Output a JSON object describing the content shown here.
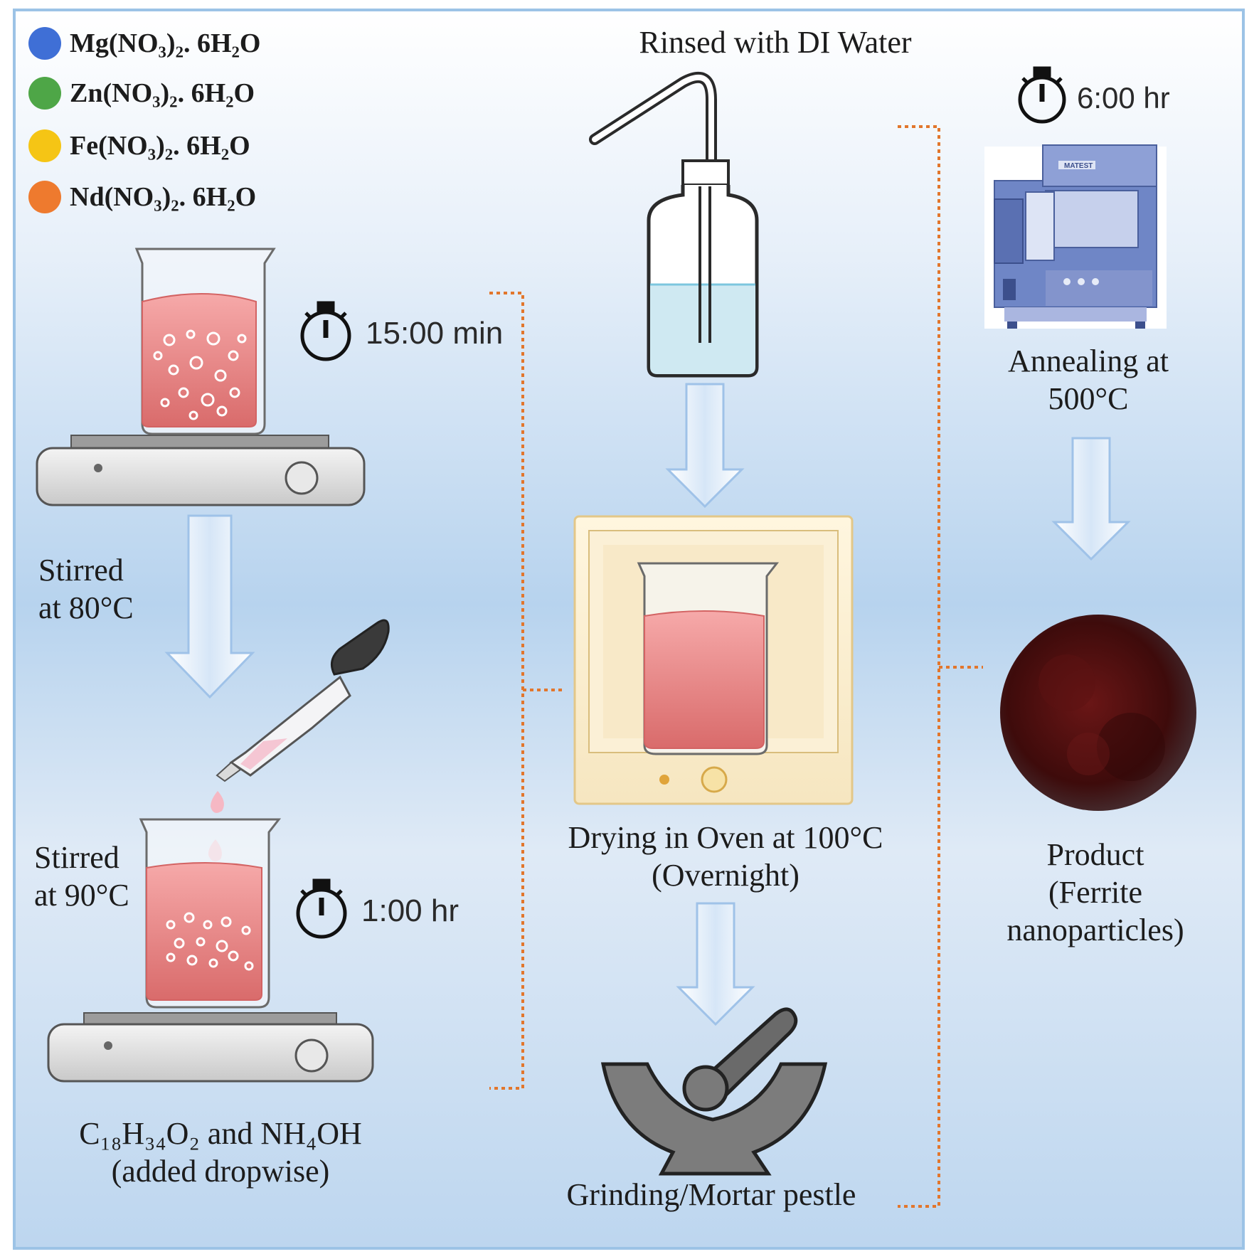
{
  "legend": [
    {
      "label": "Mg(NO₃)₂. 6H₂O",
      "color": "#3f6fd6"
    },
    {
      "label": "Zn(NO₃)₂. 6H₂O",
      "color": "#4ea647"
    },
    {
      "label": "Fe(NO₃)₂. 6H₂O",
      "color": "#f5c515"
    },
    {
      "label": "Nd(NO₃)₂. 6H₂O",
      "color": "#ee7a2e"
    }
  ],
  "timers": {
    "stir1": "15:00 min",
    "stir2": "1:00 hr",
    "anneal": "6:00 hr"
  },
  "steps": {
    "stir80_line1": "Stirred",
    "stir80_line2": "at 80°C",
    "stir90_line1": "Stirred",
    "stir90_line2": "at 90°C",
    "dropwise_line1": "C₁₈H₃₄O₂ and NH₄OH",
    "dropwise_line2": "(added dropwise)",
    "rinse": "Rinsed with DI Water",
    "dry_line1": "Drying in Oven at 100°C",
    "dry_line2": "(Overnight)",
    "grind": "Grinding/Mortar pestle",
    "anneal_line1": "Annealing at",
    "anneal_line2": "500°C",
    "product_line1": "Product",
    "product_line2": "(Ferrite",
    "product_line3": "nanoparticles)"
  },
  "furnace_brand": "MATEST",
  "colors": {
    "solution": "#f08a8a",
    "product": "#4a0f0f",
    "bracket": "#e2762c",
    "arrow": "#a9c8ea"
  }
}
